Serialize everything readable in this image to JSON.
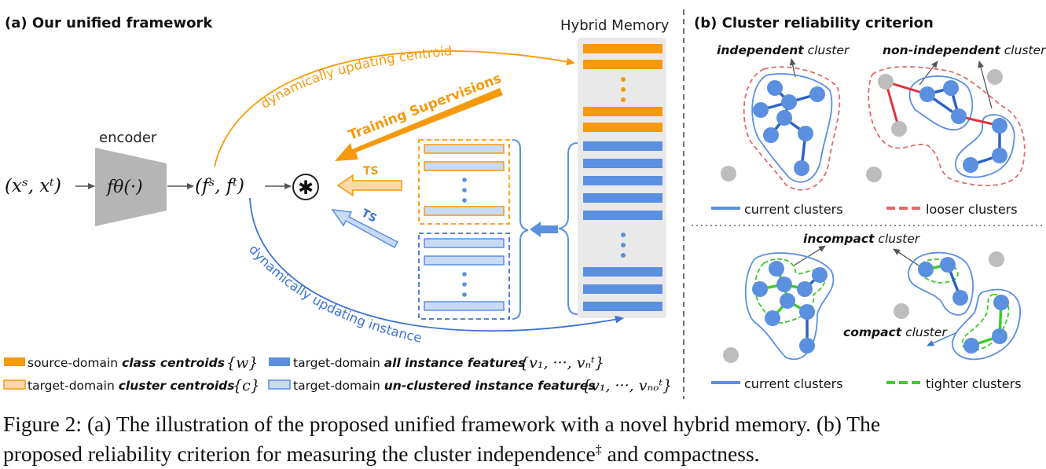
{
  "panel_a": {
    "title": "(a) Our unified framework",
    "encoder_label": "encoder",
    "encoder_formula": "fθ(·)",
    "input_formula": "(xˢ, xᵗ)",
    "feature_formula": "(fˢ, fᵗ)",
    "operator_symbol": "✱",
    "hybrid_memory_label": "Hybrid Memory",
    "curve_top_label": "dynamically  updating  centroid",
    "curve_bottom_label": "dynamically  updating  instance",
    "training_supervisions_label": "Training Supervisions",
    "ts_label_orange": "TS",
    "ts_label_blue": "TS"
  },
  "legend_a": {
    "item1_prefix": "source-domain ",
    "item1_emph": "class centroids",
    "item1_math": "{w}",
    "item2_prefix": "target-domain ",
    "item2_emph": "cluster centroids",
    "item2_math": "{c}",
    "item3_prefix": "target-domain ",
    "item3_emph": "all instance features",
    "item3_math": "{v₁, ···, vₙᵗ}",
    "item4_prefix": "target-domain ",
    "item4_emph": "un-clustered instance features",
    "item4_math": "{v₁, ···, vₙₒᵗ}"
  },
  "panel_b": {
    "title": "(b) Cluster reliability criterion",
    "independent_emph": "independent",
    "independent_rest": " cluster",
    "nonindependent_emph": "non-independent",
    "nonindependent_rest": " cluster",
    "incompact_emph": "incompact",
    "incompact_rest": " cluster",
    "compact_emph": "compact",
    "compact_rest": " cluster",
    "legend_current_1": "current clusters",
    "legend_looser": "looser clusters",
    "legend_current_2": "current clusters",
    "legend_tighter": "tighter clusters"
  },
  "colors": {
    "orange": "#f7990c",
    "blue": "#5b8fe0",
    "light_blue": "#c9daf5",
    "dark_blue": "#2d63c8",
    "red_edge": "#e0323c",
    "red_dashed": "#e06a6a",
    "green": "#3dcc2a",
    "gray_dot": "#bdbdbd",
    "encoder_gray": "#b5b5b5"
  },
  "caption": {
    "line1": "Figure 2: (a) The illustration of the proposed unified framework with a novel hybrid memory. (b) The",
    "line2_a": "proposed reliability criterion for measuring the cluster independence",
    "line2_sup": "‡",
    "line2_b": " and compactness."
  }
}
